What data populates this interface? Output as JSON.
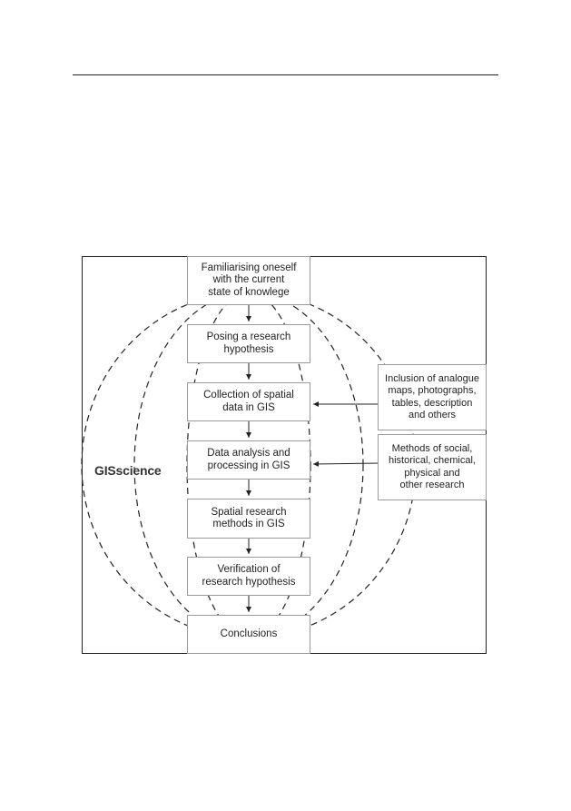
{
  "figure": {
    "main_steps": [
      "Familiarising oneself\nwith the current\nstate of knowlege",
      "Posing a research\nhypothesis",
      "Collection of spatial\ndata in GIS",
      "Data analysis and\nprocessing in GIS",
      "Spatial research\nmethods in GIS",
      "Verification of\nresearch hypothesis",
      "Conclusions"
    ],
    "side_inputs": [
      "Inclusion of analogue\nmaps, photographs,\ntables, description\nand others",
      "Methods of social,\nhistorical, chemical,\nphysical and\nother research"
    ],
    "field_label": "GISscience"
  }
}
